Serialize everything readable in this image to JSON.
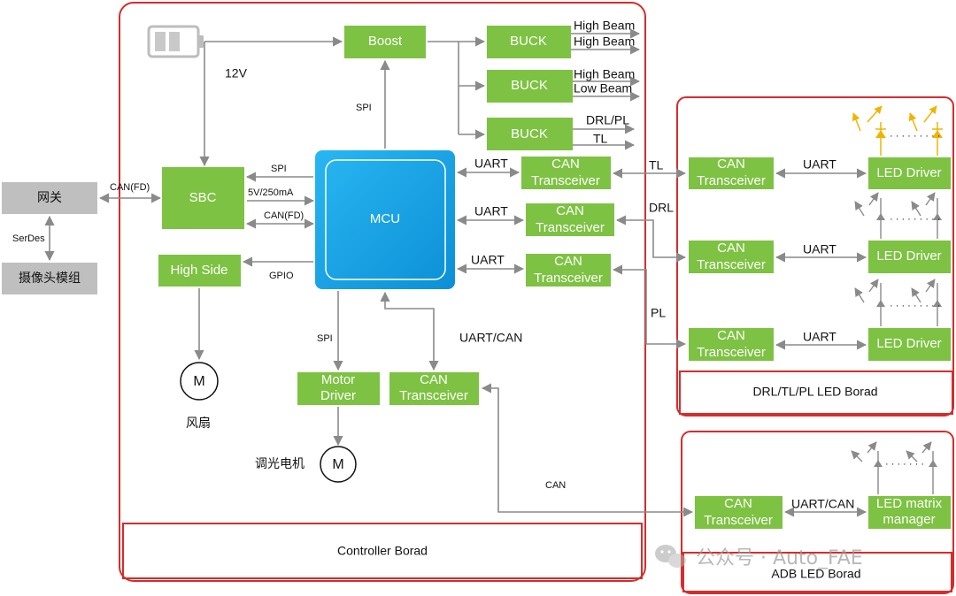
{
  "colors": {
    "block_green": "#7dc242",
    "mcu_blue": "#1ea7e8",
    "board_border_red": "#d92b2b",
    "gateway_gray": "#bfbfbf",
    "arrow_gray": "#8a8a8a",
    "led_yellow": "#f0b400"
  },
  "controller": {
    "board_label": "Controller Borad",
    "battery_icon": "battery-icon",
    "voltage_label": "12V",
    "boost": "Boost",
    "buck_label": "BUCK",
    "buck1_out1": "High Beam",
    "buck1_out2": "High Beam",
    "buck2_out1": "High Beam",
    "buck2_out2": "Low Beam",
    "buck3_out1": "DRL/PL",
    "buck3_out2": "TL",
    "spi_boost": "SPI",
    "sbc": "SBC",
    "mcu": "MCU",
    "spi_sbc": "SPI",
    "power_label": "5V/250mA",
    "canfd_sbc": "CAN(FD)",
    "high_side": "High Side",
    "gpio": "GPIO",
    "fan_motor": "M",
    "fan_label": "风扇",
    "spi_motor": "SPI",
    "motor_driver_l1": "Motor",
    "motor_driver_l2": "Driver",
    "dimming_motor": "M",
    "dimming_label": "调光电机",
    "uart_can_label": "UART/CAN",
    "can_l1": "CAN",
    "can_l2": "Transceiver",
    "uart": "UART",
    "can_bus_label": "CAN"
  },
  "gateway": {
    "gateway_label": "网关",
    "canfd_label": "CAN(FD)",
    "serdes_label": "SerDes",
    "camera_label": "摄像头模组"
  },
  "led_board": {
    "board_label": "DRL/TL/PL LED Borad",
    "tl_label": "TL",
    "drl_label": "DRL",
    "pl_label": "PL",
    "can_l1": "CAN",
    "can_l2": "Transceiver",
    "uart": "UART",
    "led_driver": "LED Driver",
    "dots": "· · · · · · · · ·"
  },
  "adb_board": {
    "board_label": "ADB LED Borad",
    "can_l1": "CAN",
    "can_l2": "Transceiver",
    "uart_can": "UART/CAN",
    "matrix_l1": "LED matrix",
    "matrix_l2": "manager",
    "dots": "· · · · · · ·"
  },
  "watermark": {
    "text": "公众号 · Auto_FAE",
    "icon": "wechat-icon"
  }
}
